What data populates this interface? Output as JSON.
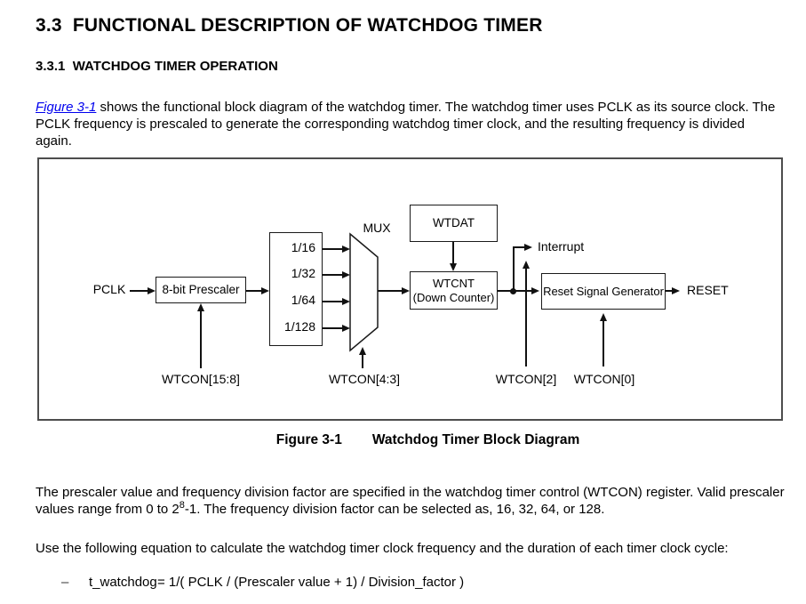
{
  "page": {
    "section_heading": "3.3  FUNCTIONAL DESCRIPTION OF WATCHDOG TIMER",
    "subsection_heading": "3.3.1  WATCHDOG TIMER OPERATION",
    "intro_paragraph": {
      "link_text": "Figure 3-1",
      "text_after_link": " shows the functional block diagram of the watchdog timer. The watchdog timer uses PCLK as its source clock. The PCLK frequency is prescaled to generate the corresponding watchdog timer clock, and the resulting frequency is divided again."
    },
    "figure": {
      "caption_label": "Figure 3-1",
      "caption_title": "Watchdog Timer Block Diagram",
      "diagram": {
        "input_signal": "PCLK",
        "prescaler_block": "8-bit Prescaler",
        "divider_taps": [
          "1/16",
          "1/32",
          "1/64",
          "1/128"
        ],
        "mux_label": "MUX",
        "wtdat_block": "WTDAT",
        "wtcnt_block_line1": "WTCNT",
        "wtcnt_block_line2": "(Down Counter)",
        "interrupt_signal": "Interrupt",
        "reset_block": "Reset Signal Generator",
        "reset_signal": "RESET",
        "control_labels": {
          "prescaler": "WTCON[15:8]",
          "mux": "WTCON[4:3]",
          "interrupt": "WTCON[2]",
          "reset": "WTCON[0]"
        }
      }
    },
    "paragraph2": {
      "before_sup": "The prescaler value and frequency division factor are specified in the watchdog timer control (WTCON) register. Valid prescaler values range from 0 to 2",
      "sup": "8",
      "after_sup": "-1. The frequency division factor can be selected as, 16, 32, 64, or 128."
    },
    "paragraph3": "Use the following equation to calculate the watchdog timer clock frequency and the duration of each timer clock cycle:",
    "equation": {
      "bullet": "–",
      "lhs": "t_watchdog",
      "rhs": "= 1/( PCLK / (Prescaler value + 1) / Division_factor )"
    },
    "colors": {
      "text": "#000000",
      "link": "#0000EE",
      "diagram_border": "#4d4d4d",
      "line": "#111111"
    }
  }
}
